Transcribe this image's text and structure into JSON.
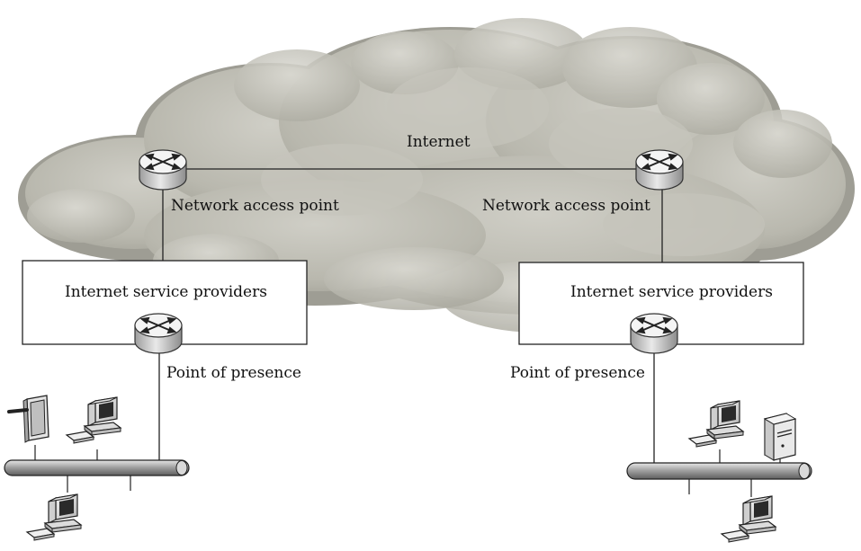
{
  "diagram": {
    "internet_label": "Internet",
    "nap_left_label": "Network access point",
    "nap_right_label": "Network access point",
    "isp_left_label": "Internet service providers",
    "isp_right_label": "Internet service providers",
    "pop_left_label": "Point of presence",
    "pop_right_label": "Point of presence"
  },
  "colors": {
    "cloud": "#b9b8ae",
    "cloud_shadow": "#8f8e86",
    "router_body": "#d8d8d8",
    "router_top": "#f3f3f3",
    "line": "#222222",
    "bus": "#9a9a9a",
    "background": "#ffffff"
  },
  "icons": [
    "cloud-icon",
    "router-icon",
    "desktop-computer-icon",
    "tablet-icon",
    "server-tower-icon"
  ]
}
